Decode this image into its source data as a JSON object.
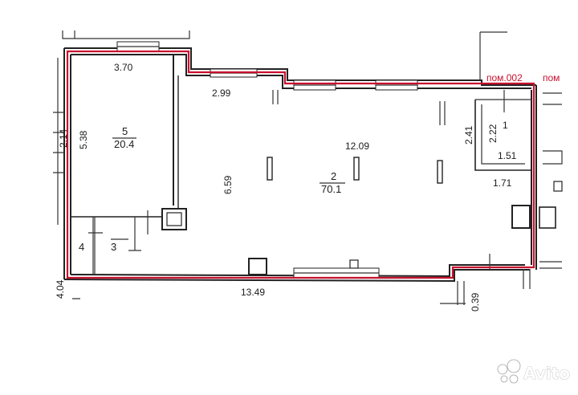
{
  "rooms": [
    {
      "number": "5",
      "area": "20.4"
    },
    {
      "number": "2",
      "area": "70.1"
    },
    {
      "number": "1",
      "area": ""
    },
    {
      "number": "4",
      "area": ""
    },
    {
      "number": "3",
      "area": ""
    }
  ],
  "dimensions": {
    "room5_top": "3.70",
    "room5_side": "5.38",
    "room5_outer": "2.14",
    "room2_top": "2.99",
    "room2_width": "12.09",
    "room2_height": "6.59",
    "room1_left": "2.41",
    "room1_right": "2.22",
    "room1_bottom": "1.51",
    "corridor": "1.71",
    "bottom_total": "13.49",
    "left_total": "4.04",
    "bottom_right": "0.39"
  },
  "labels": {
    "pom_002": "пом.002",
    "pom_cut": "пом"
  },
  "watermark": {
    "text": "Avito",
    "icon": "avito-logo-icon"
  },
  "colors": {
    "boundary": "#c8102e",
    "walls": "#222222",
    "background": "#ffffff"
  }
}
